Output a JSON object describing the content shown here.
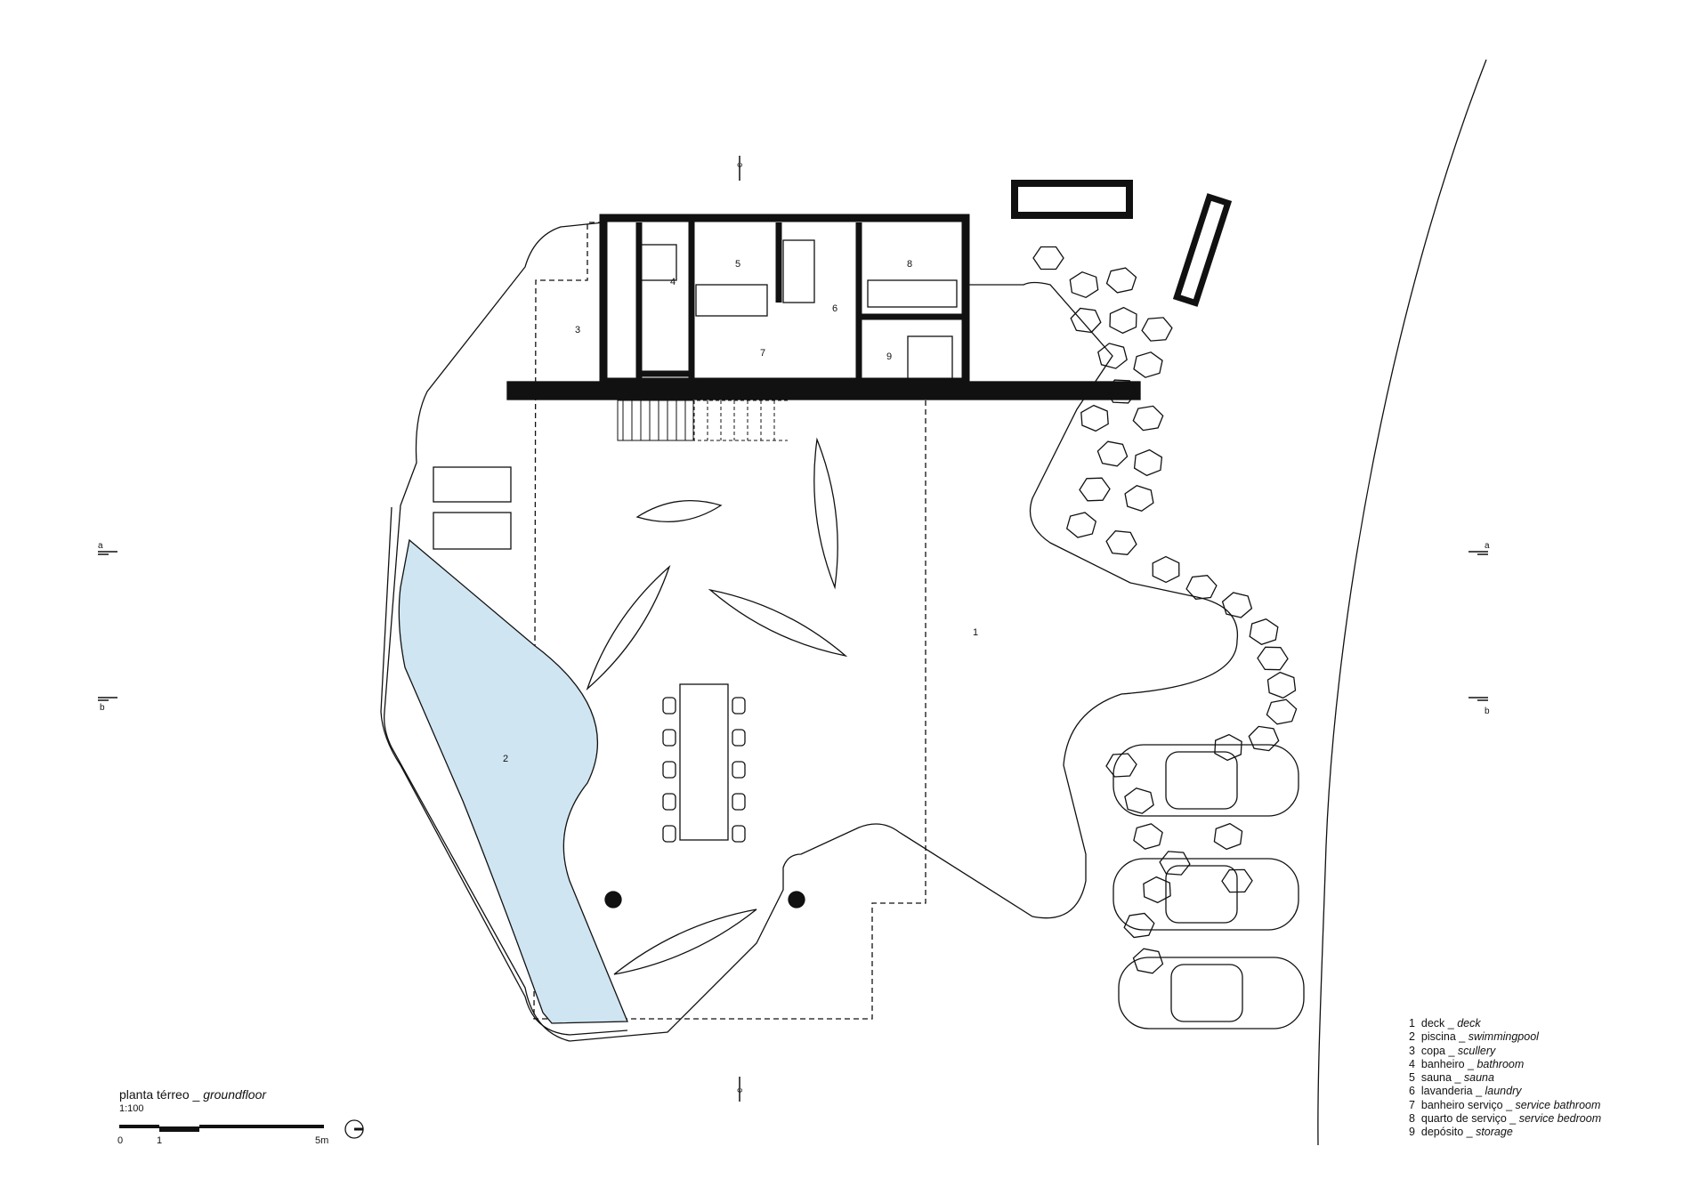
{
  "title": {
    "pt": "planta térreo",
    "sep": " _ ",
    "en": "groundfloor",
    "scale": "1:100"
  },
  "scale_bar": {
    "ticks": [
      "0",
      "1",
      "5m"
    ]
  },
  "colors": {
    "pool": "#cfe5f2",
    "line": "#111111"
  },
  "rooms": [
    {
      "n": "1"
    },
    {
      "n": "2"
    },
    {
      "n": "3"
    },
    {
      "n": "4"
    },
    {
      "n": "5"
    },
    {
      "n": "6"
    },
    {
      "n": "7"
    },
    {
      "n": "8"
    },
    {
      "n": "9"
    }
  ],
  "sections": {
    "a": "a",
    "b": "b",
    "c": "c"
  },
  "legend": [
    {
      "n": "1",
      "pt": "deck",
      "en": "deck"
    },
    {
      "n": "2",
      "pt": "piscina",
      "en": "swimmingpool"
    },
    {
      "n": "3",
      "pt": "copa",
      "en": "scullery"
    },
    {
      "n": "4",
      "pt": "banheiro",
      "en": "bathroom"
    },
    {
      "n": "5",
      "pt": "sauna",
      "en": "sauna"
    },
    {
      "n": "6",
      "pt": "lavanderia",
      "en": "laundry"
    },
    {
      "n": "7",
      "pt": "banheiro serviço",
      "en": "service bathroom"
    },
    {
      "n": "8",
      "pt": "quarto de serviço",
      "en": "service bedroom"
    },
    {
      "n": "9",
      "pt": "depósito",
      "en": "storage"
    }
  ]
}
